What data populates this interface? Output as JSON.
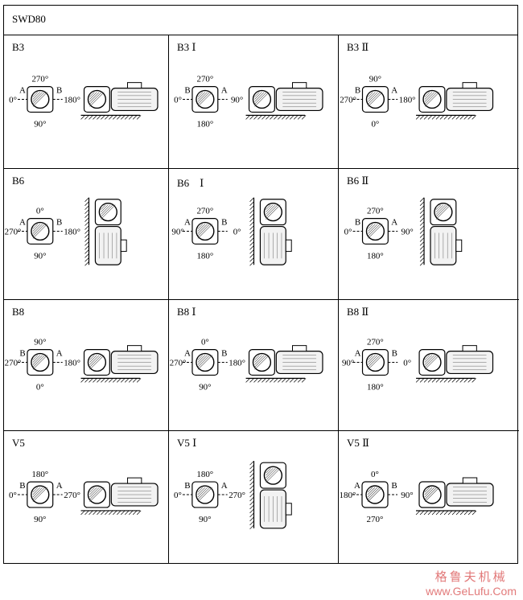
{
  "header": {
    "title": "SWD80"
  },
  "cells": [
    {
      "label": "B3",
      "angles": [
        "270°",
        "180°",
        "90°",
        "0°"
      ],
      "ports": [
        "A",
        "B"
      ]
    },
    {
      "label": "B3 Ⅰ",
      "angles": [
        "270°",
        "90°",
        "180°",
        "0°"
      ],
      "ports": [
        "B",
        "A"
      ]
    },
    {
      "label": "B3 Ⅱ",
      "angles": [
        "90°",
        "180°",
        "0°",
        "270°"
      ],
      "ports": [
        "B",
        "A"
      ]
    },
    {
      "label": "B6",
      "angles": [
        "0°",
        "180°",
        "90°",
        "270°"
      ],
      "ports": [
        "A",
        "B"
      ]
    },
    {
      "label": "B6　Ⅰ",
      "angles": [
        "270°",
        "0°",
        "180°",
        "90°"
      ],
      "ports": [
        "A",
        "B"
      ]
    },
    {
      "label": "B6 Ⅱ",
      "angles": [
        "270°",
        "90°",
        "180°",
        "0°"
      ],
      "ports": [
        "B",
        "A"
      ]
    },
    {
      "label": "B8",
      "angles": [
        "90°",
        "180°",
        "0°",
        "270°"
      ],
      "ports": [
        "B",
        "A"
      ]
    },
    {
      "label": "B8 Ⅰ",
      "angles": [
        "0°",
        "180°",
        "90°",
        "270°"
      ],
      "ports": [
        "A",
        "B"
      ]
    },
    {
      "label": "B8 Ⅱ",
      "angles": [
        "270°",
        "0°",
        "180°",
        "90°"
      ],
      "ports": [
        "A",
        "B"
      ]
    },
    {
      "label": "V5",
      "angles": [
        "180°",
        "270°",
        "90°",
        "0°"
      ],
      "ports": [
        "B",
        "A"
      ]
    },
    {
      "label": "V5 Ⅰ",
      "angles": [
        "180°",
        "270°",
        "90°",
        "0°"
      ],
      "ports": [
        "B",
        "A"
      ]
    },
    {
      "label": "V5 Ⅱ",
      "angles": [
        "0°",
        "90°",
        "270°",
        "180°"
      ],
      "ports": [
        "A",
        "B"
      ]
    }
  ],
  "watermark": {
    "chinese": "格鲁夫机械",
    "url": "www.GeLufu.Com"
  }
}
